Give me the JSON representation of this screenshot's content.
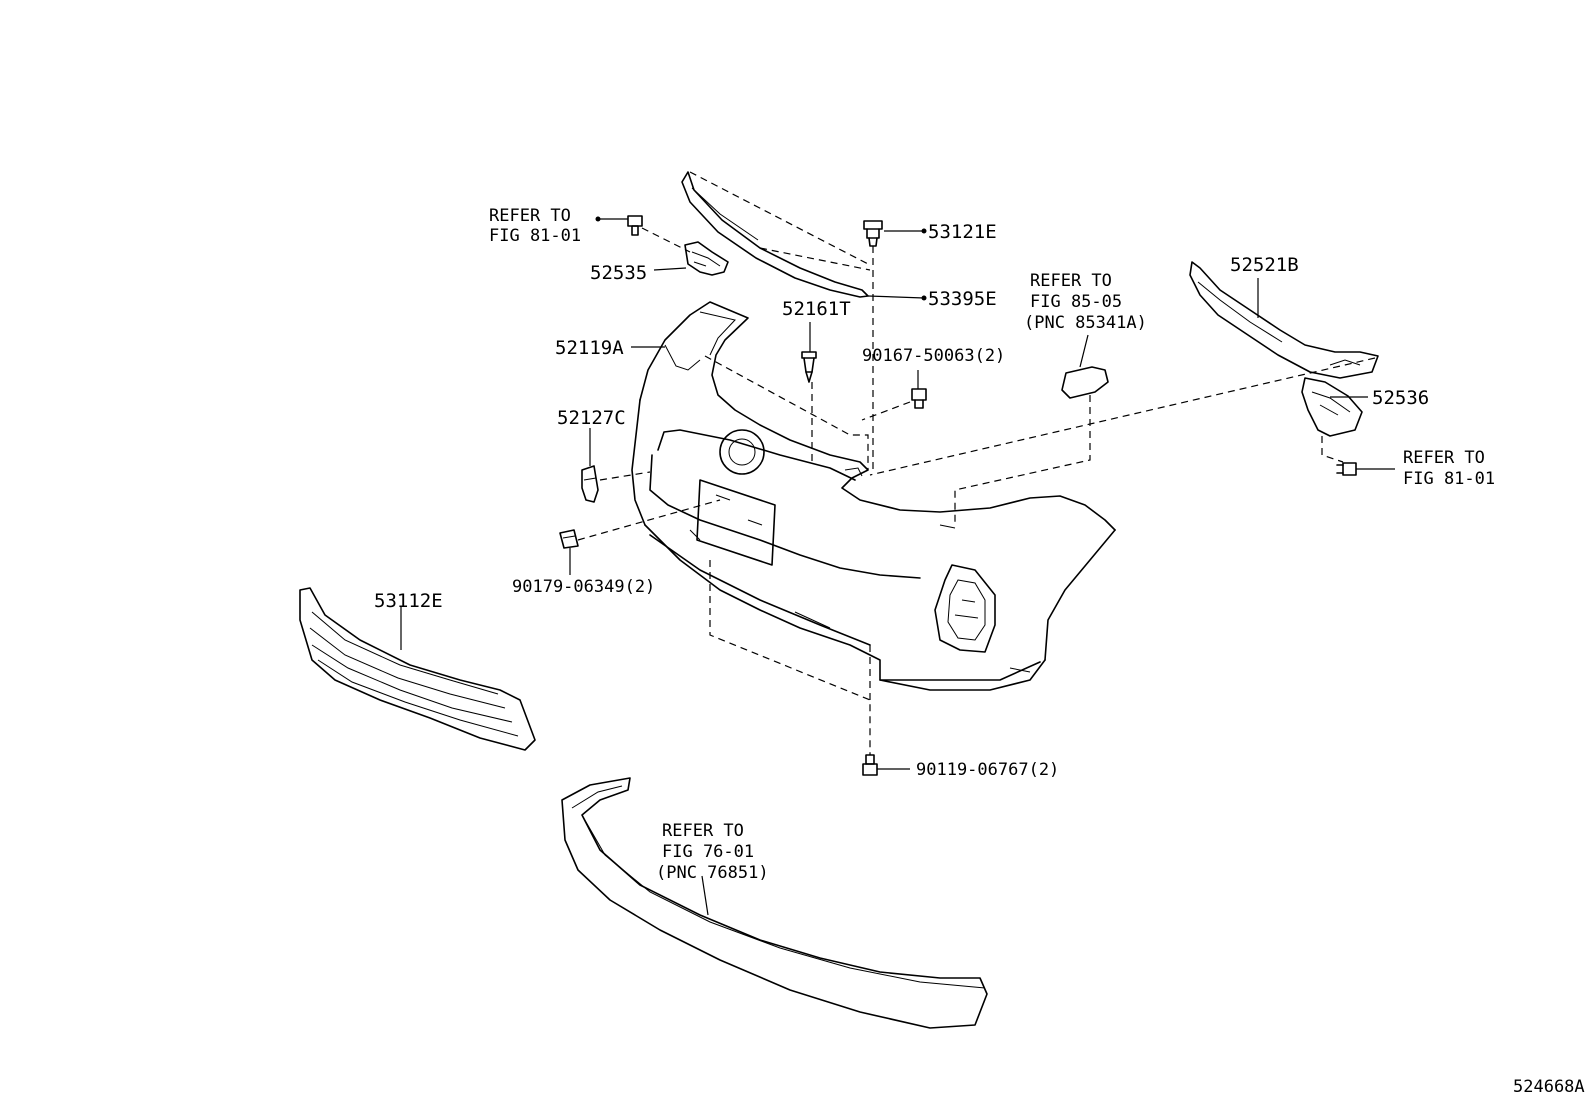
{
  "diagram_id": "524668A",
  "labels": {
    "refer_81_01_left": [
      "REFER TO",
      "FIG 81-01"
    ],
    "p52535": "52535",
    "p53121E": "53121E",
    "p53395E": "53395E",
    "refer_85_05": [
      "REFER TO",
      "FIG 85-05",
      "(PNC 85341A)"
    ],
    "p52521B": "52521B",
    "p52161T": "52161T",
    "p52119A": "52119A",
    "p90167": "90167-50063(2)",
    "p52536": "52536",
    "p52127C": "52127C",
    "refer_81_01_right": [
      "REFER TO",
      "FIG 81-01"
    ],
    "p90179": "90179-06349(2)",
    "p53112E": "53112E",
    "p90119": "90119-06767(2)",
    "refer_76_01": [
      "REFER TO",
      "FIG 76-01",
      "(PNC 76851)"
    ]
  }
}
